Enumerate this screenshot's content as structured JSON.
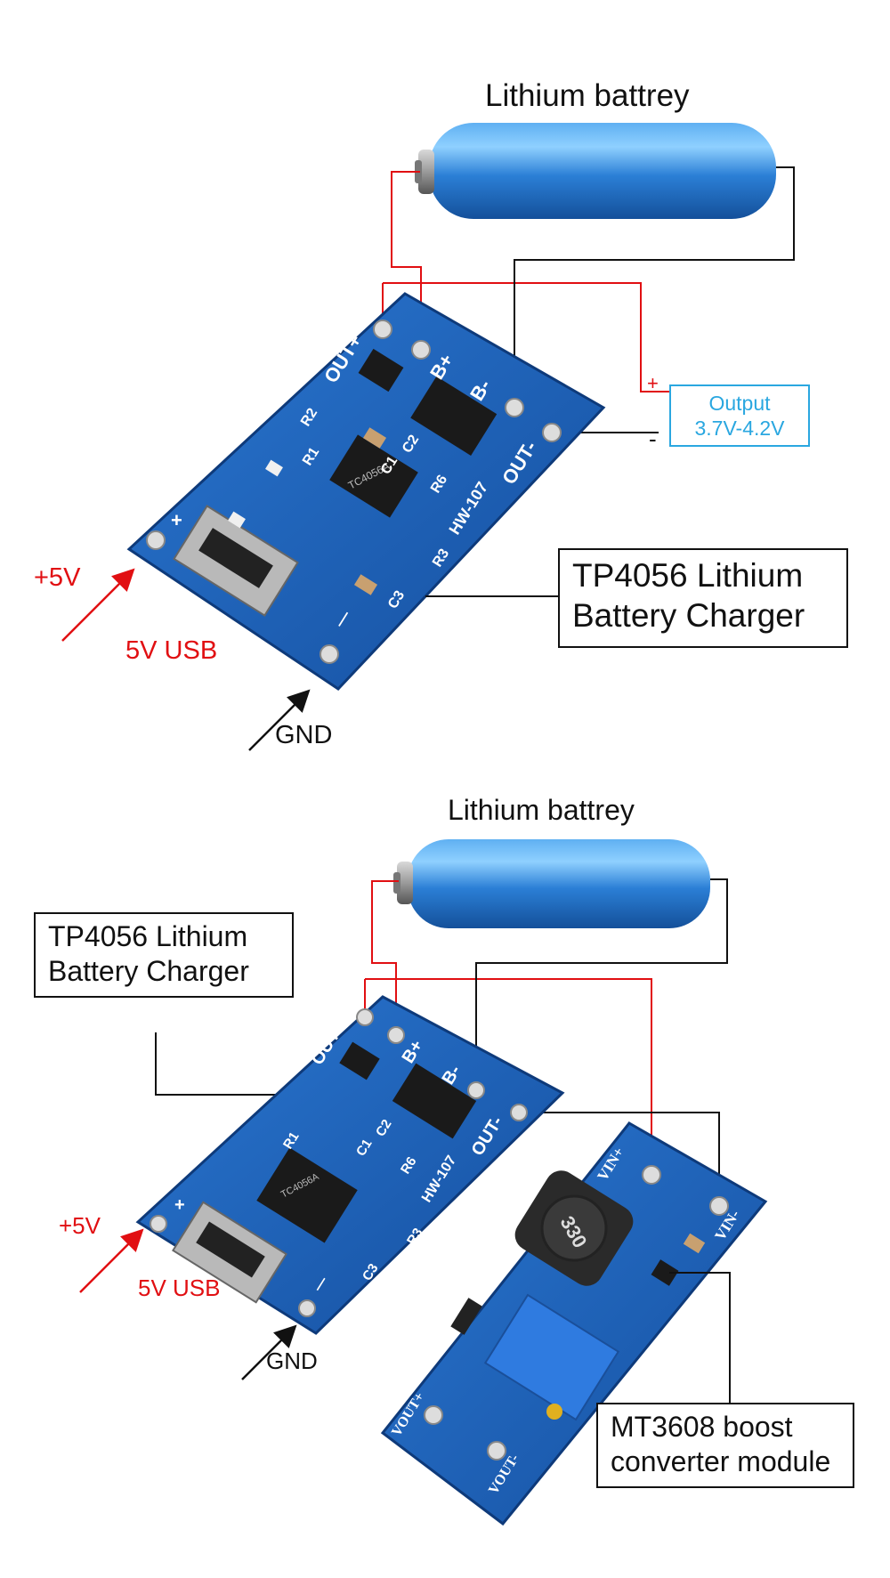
{
  "colors": {
    "wire_red": "#e10f12",
    "wire_black": "#111111",
    "pcb_blue": "#1c5fb5",
    "battery_blue": "#2b7fd6",
    "output_cyan": "#2aa7e0"
  },
  "top": {
    "battery_label": "Lithium battrey",
    "charger_label_line1": "TP4056 Lithium",
    "charger_label_line2": "Battery Charger",
    "output_label_line1": "Output",
    "output_label_line2": "3.7V-4.2V",
    "plus_sign": "+",
    "minus_sign": "-",
    "input_voltage": "+5V",
    "usb_label": "5V USB",
    "gnd_label": "GND",
    "pcb_silk": {
      "out_plus": "OUT+",
      "b_plus": "B+",
      "b_minus": "B-",
      "out_minus": "OUT-",
      "model": "HW-107",
      "r1": "R1",
      "r2": "R2",
      "r3": "R3",
      "r6": "R6",
      "c1": "C1",
      "c2": "C2",
      "c3": "C3",
      "plus": "+",
      "minus": "—",
      "chip": "TC4056A"
    }
  },
  "bottom": {
    "battery_label": "Lithium battrey",
    "charger_label_line1": "TP4056 Lithium",
    "charger_label_line2": "Battery Charger",
    "input_voltage": "+5V",
    "usb_label": "5V USB",
    "gnd_label": "GND",
    "boost_label_line1": "MT3608 boost",
    "boost_label_line2": "converter module",
    "boost_silk": {
      "vin_plus": "VIN+",
      "vin_minus": "VIN-",
      "vout_plus": "VOUT+",
      "vout_minus": "VOUT-",
      "inductor": "330"
    },
    "pcb_silk": {
      "out_plus": "OUT+",
      "b_plus": "B+",
      "b_minus": "B-",
      "out_minus": "OUT-",
      "model": "HW-107",
      "r1": "R1",
      "r3": "R3",
      "r6": "R6",
      "c1": "C1",
      "c2": "C2",
      "c3": "C3",
      "plus": "+",
      "minus": "—",
      "chip": "TC4056A"
    }
  }
}
